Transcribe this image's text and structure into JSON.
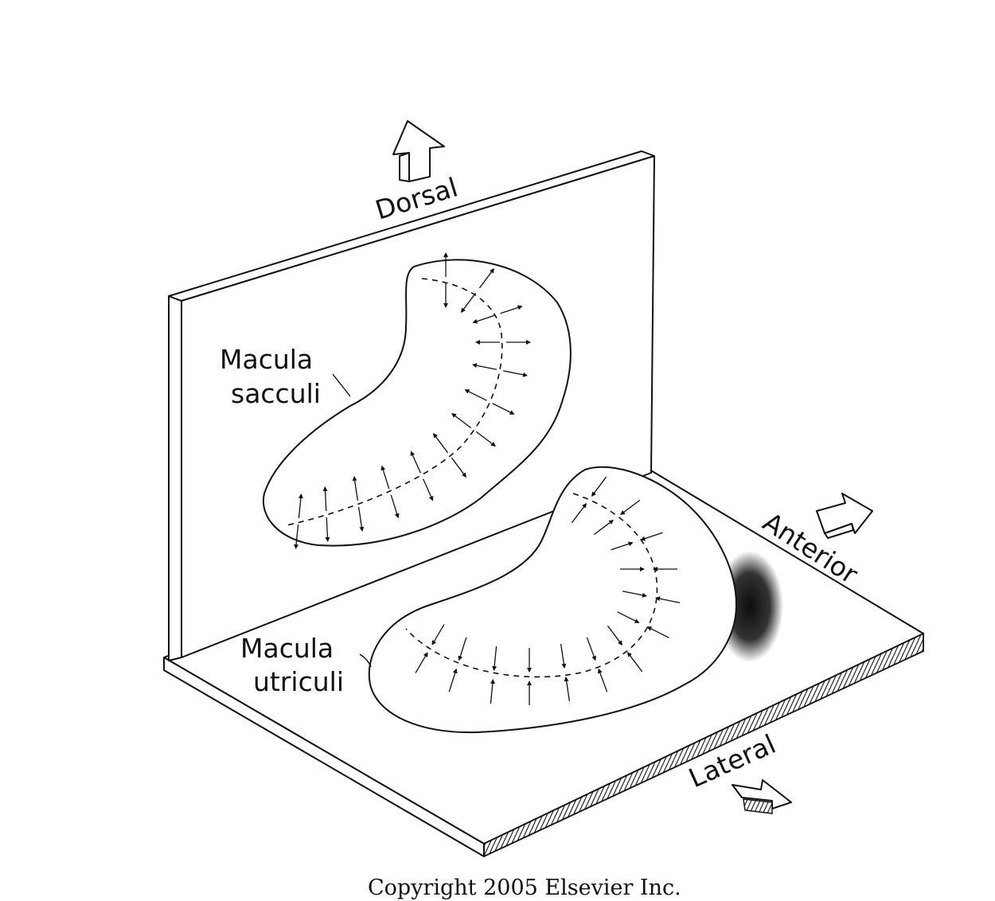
{
  "labels": {
    "dorsal": "Dorsal",
    "anterior": "Anterior",
    "lateral": "Lateral",
    "macula_sacculi_line1": "Macula",
    "macula_sacculi_line2": "sacculi",
    "macula_utriculi_line1": "Macula",
    "macula_utriculi_line2": "utriculi"
  },
  "caption": "Copyright 2005 Elsevier Inc.",
  "colors": {
    "ink": "#111111",
    "background": "#ffffff"
  },
  "icons": [
    "dorsal-arrow-icon",
    "anterior-arrow-icon",
    "lateral-arrow-icon"
  ]
}
